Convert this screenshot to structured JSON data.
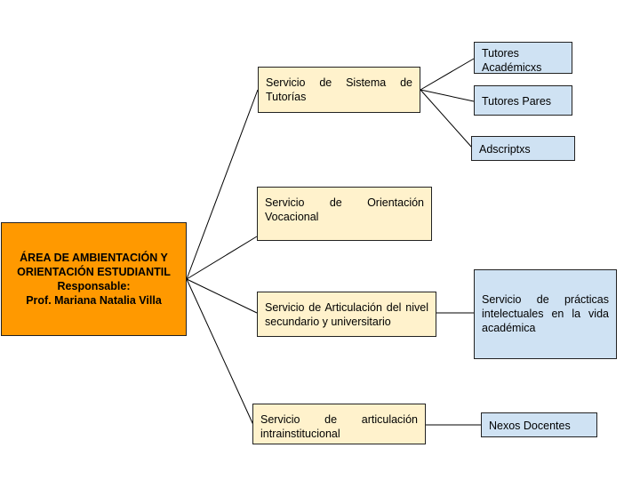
{
  "root": {
    "line1": "ÁREA DE AMBIENTACIÓN Y",
    "line2": "ORIENTACIÓN ESTUDIANTIL",
    "line3": "Responsable:",
    "line4": "Prof. Mariana Natalia Villa"
  },
  "services": {
    "tutorias": "Servicio de Sistema de Tutorías",
    "vocacional": "Servicio de Orientación Vocacional",
    "articulacion": "Servicio de Articulación del nivel secundario y universitario",
    "intra": "Servicio de articulación intrainstitucional"
  },
  "leaves": {
    "tutores_academicos": "Tutores Académicxs",
    "tutores_pares": "Tutores Pares",
    "adscriptxs": "Adscriptxs",
    "practicas": "Servicio de prácticas intelectuales en la vida académica",
    "nexos": "Nexos Docentes"
  },
  "colors": {
    "root_fill": "#ff9900",
    "service_fill": "#fff2cc",
    "leaf_fill": "#cfe2f3",
    "line": "#000000"
  }
}
